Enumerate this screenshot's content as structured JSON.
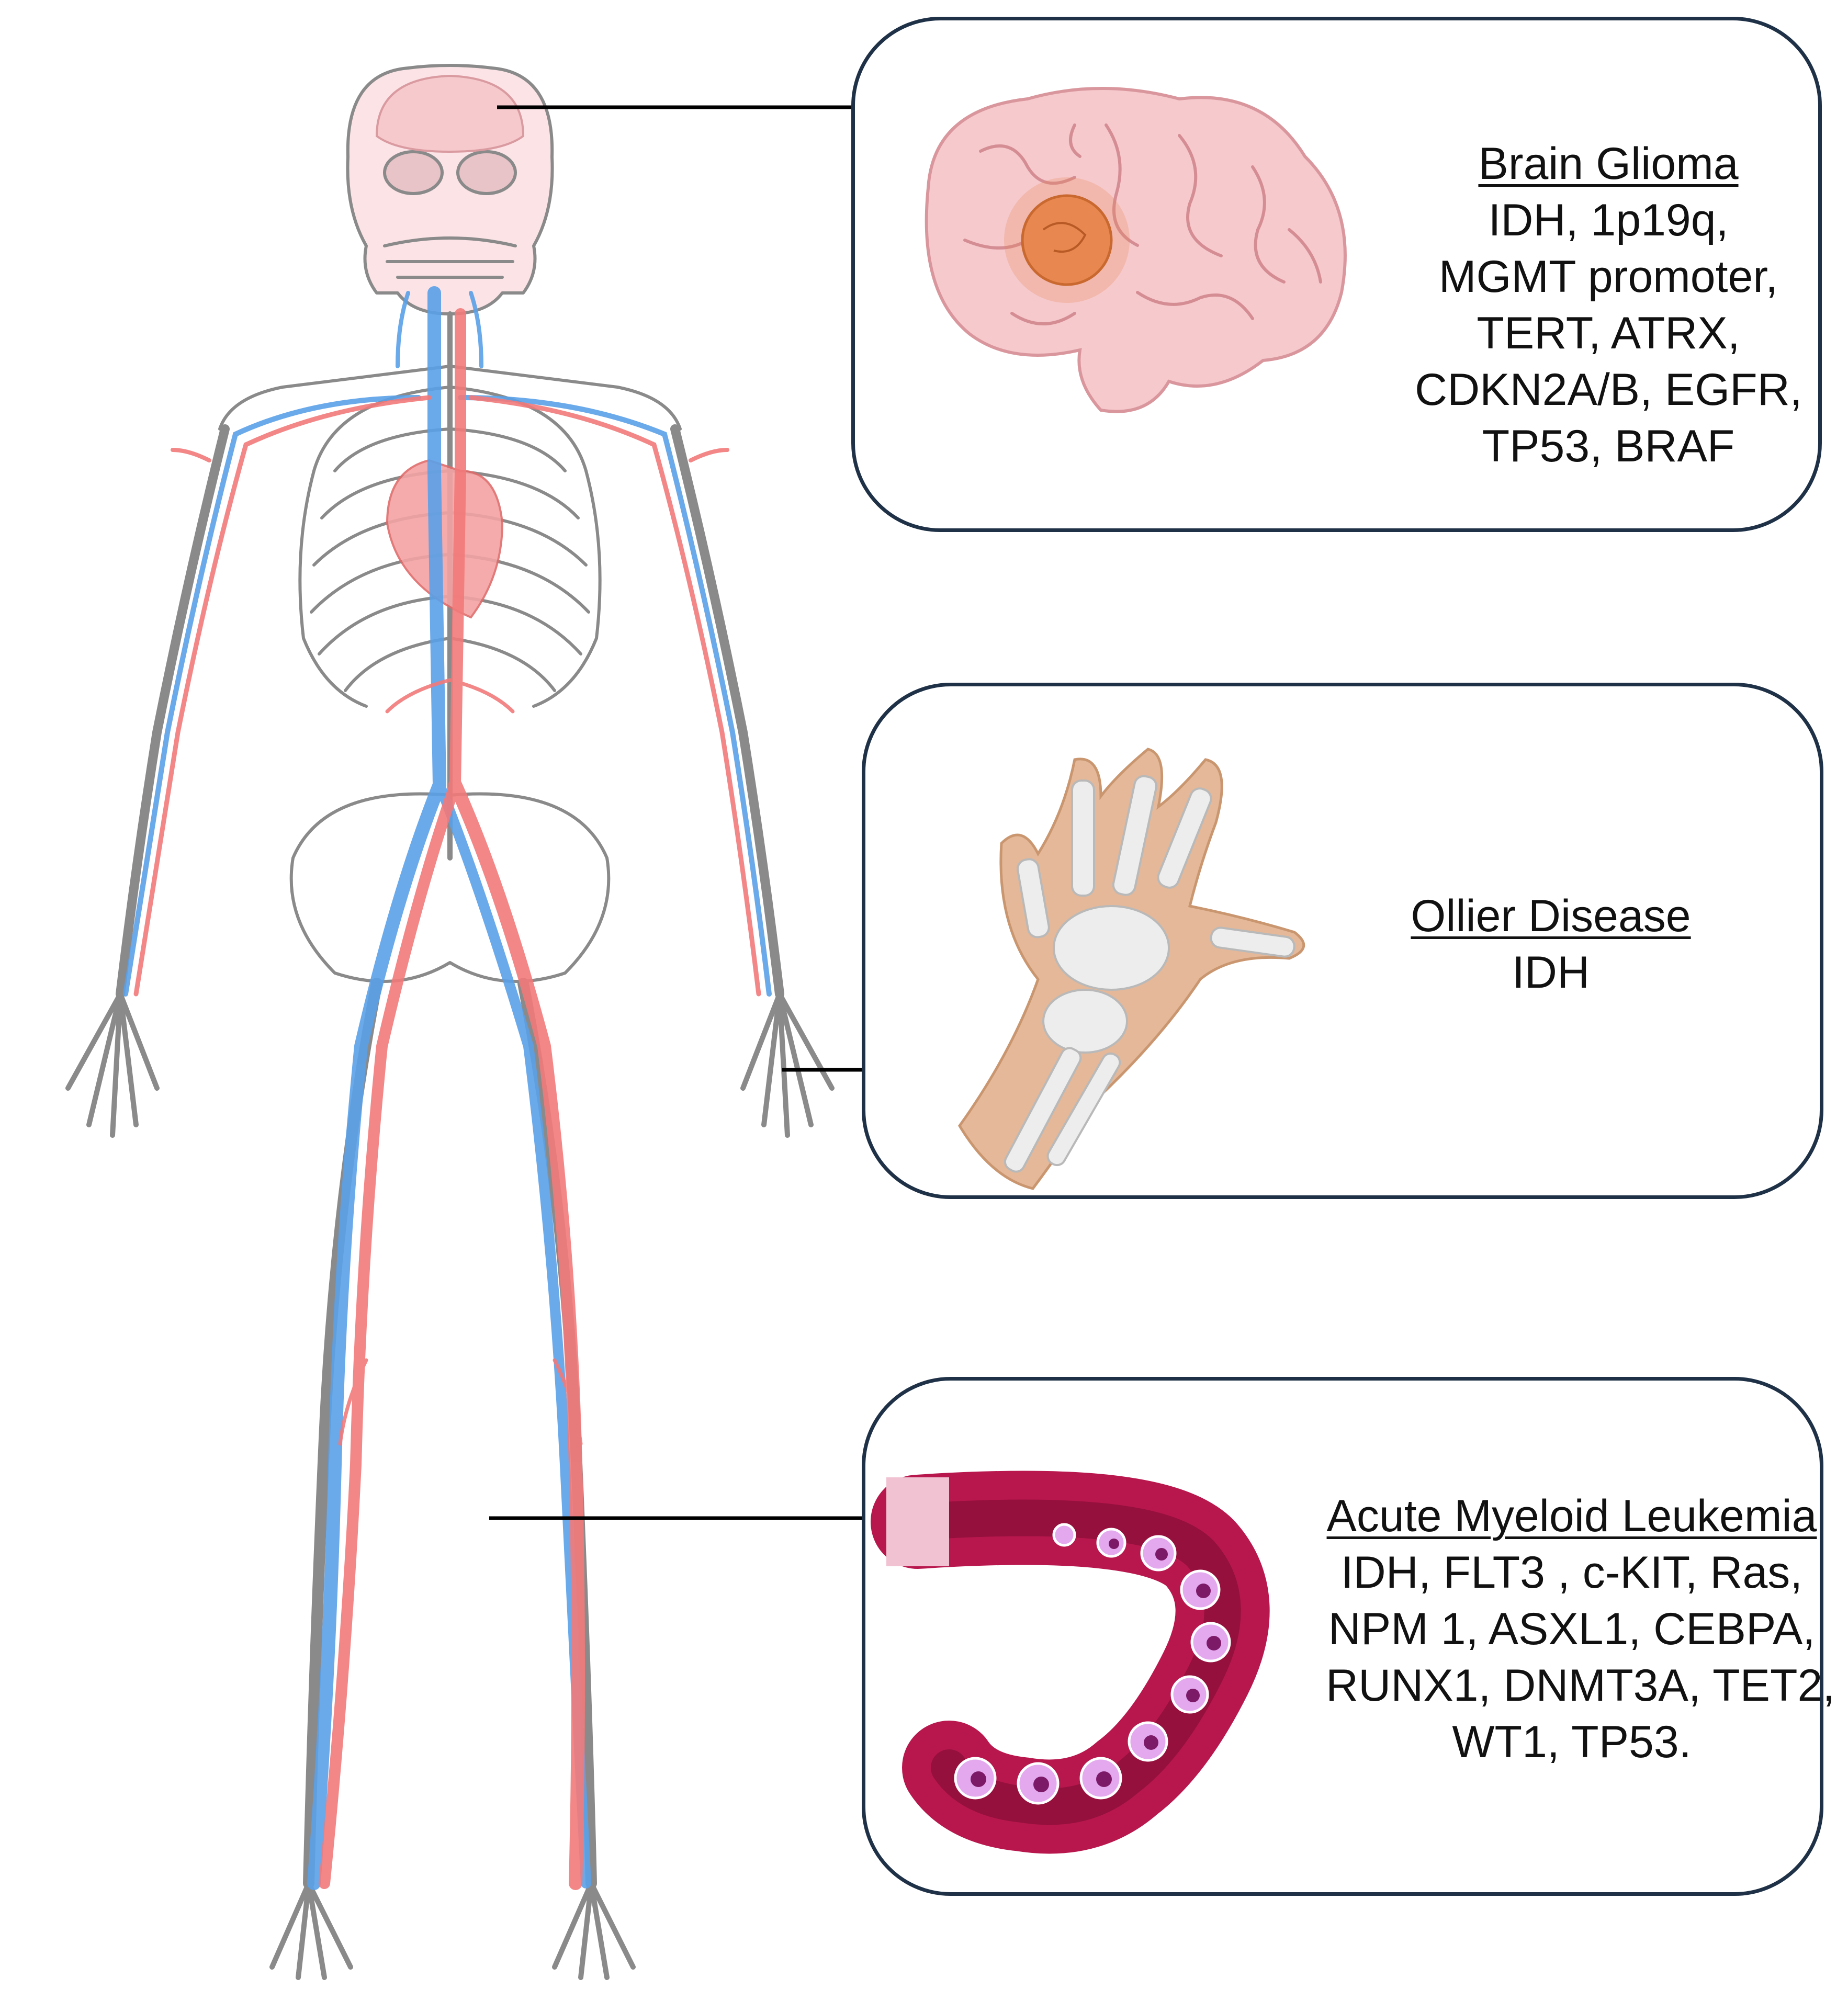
{
  "panels": [
    {
      "title": "Brain Glioma",
      "markers": [
        "IDH, 1p19q,",
        "MGMT promoter,",
        "TERT, ATRX,",
        "CDKN2A/B, EGFR,",
        "TP53, BRAF"
      ]
    },
    {
      "title": "Ollier Disease",
      "markers": [
        "IDH"
      ]
    },
    {
      "title": "Acute Myeloid Leukemia",
      "markers": [
        "IDH, FLT3 , c-KIT, Ras,",
        "NPM 1, ASXL1, CEBPA,",
        "RUNX1, DNMT3A, TET2,",
        "WT1, TP53."
      ]
    }
  ],
  "icons": {
    "skeleton": "human-skeleton-circulatory-icon",
    "brain": "brain-tumor-icon",
    "hand": "hand-bones-icon",
    "vessel": "blood-vessel-icon"
  },
  "colors": {
    "artery": "#f27a7a",
    "vein": "#5aa0e8",
    "border": "#1f3147",
    "brain": "#f6c9cc",
    "tumor": "#e8874f",
    "skin": "#e4b898",
    "vessel": "#b8174d",
    "cell": "#e4a8ee"
  }
}
